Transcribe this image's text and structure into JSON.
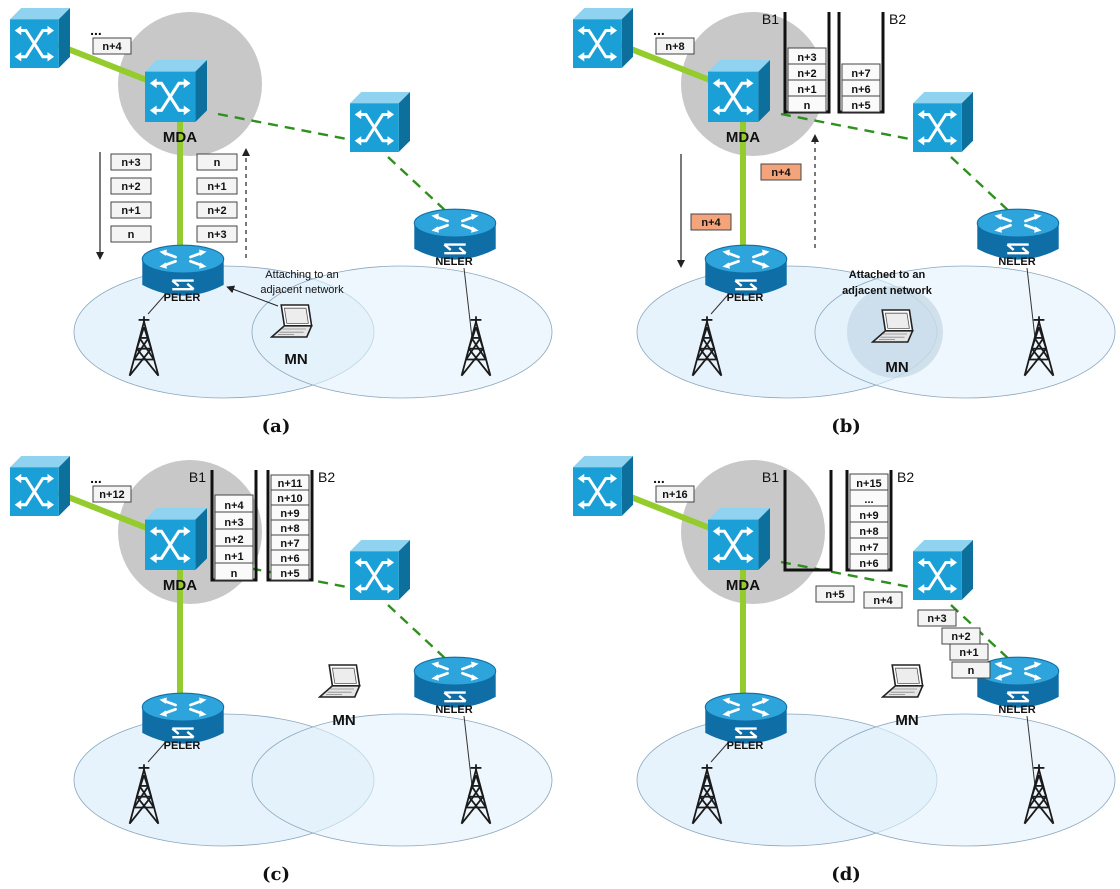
{
  "colors": {
    "cell_fill": "#e3f1fb",
    "cell_stroke": "#8aa6bd",
    "gray_disc": "#c8c8c8",
    "wired_link": "#93cc2c",
    "wireless_link": "#2f8f1f",
    "switch_blue": "#1aa0d6",
    "router_blue": "#1481c0",
    "packet_fill": "#f4f4f4",
    "packet_highlight": "#f4a47a"
  },
  "icons": {
    "switch": "switch-icon",
    "router": "router-icon",
    "tower": "cell-tower-icon",
    "laptop": "laptop-icon"
  },
  "labels": {
    "mda": "MDA",
    "peler": "PELER",
    "neler": "NELER",
    "mn": "MN",
    "ellipsis": "...",
    "b1": "B1",
    "b2": "B2"
  },
  "panels": [
    {
      "id": "a",
      "caption": "(a)",
      "top_packet": "n+4",
      "note": [
        "Attaching to an",
        "adjacent network"
      ],
      "downlink_stack": [
        "n+3",
        "n+2",
        "n+1",
        "n"
      ],
      "uplink_stack": [
        "n",
        "n+1",
        "n+2",
        "n+3"
      ]
    },
    {
      "id": "b",
      "caption": "(b)",
      "top_packet": "n+8",
      "note": [
        "Attached to an",
        "adjacent network"
      ],
      "buffer_b1": [
        "n+3",
        "n+2",
        "n+1",
        "n"
      ],
      "buffer_b2": [
        "n+7",
        "n+6",
        "n+5"
      ],
      "moving_packet_down": "n+4",
      "moving_packet_up": "n+4"
    },
    {
      "id": "c",
      "caption": "(c)",
      "top_packet": "n+12",
      "buffer_b1": [
        "n+4",
        "n+3",
        "n+2",
        "n+1",
        "n"
      ],
      "buffer_b2": [
        "n+11",
        "n+10",
        "n+9",
        "n+8",
        "n+7",
        "n+6",
        "n+5"
      ]
    },
    {
      "id": "d",
      "caption": "(d)",
      "top_packet": "n+16",
      "buffer_b2": [
        "n+15",
        "...",
        "n+9",
        "n+8",
        "n+7",
        "n+6"
      ],
      "path_packets": [
        "n+5",
        "n+4",
        "n+3",
        "n+2",
        "n+1",
        "n"
      ]
    }
  ]
}
